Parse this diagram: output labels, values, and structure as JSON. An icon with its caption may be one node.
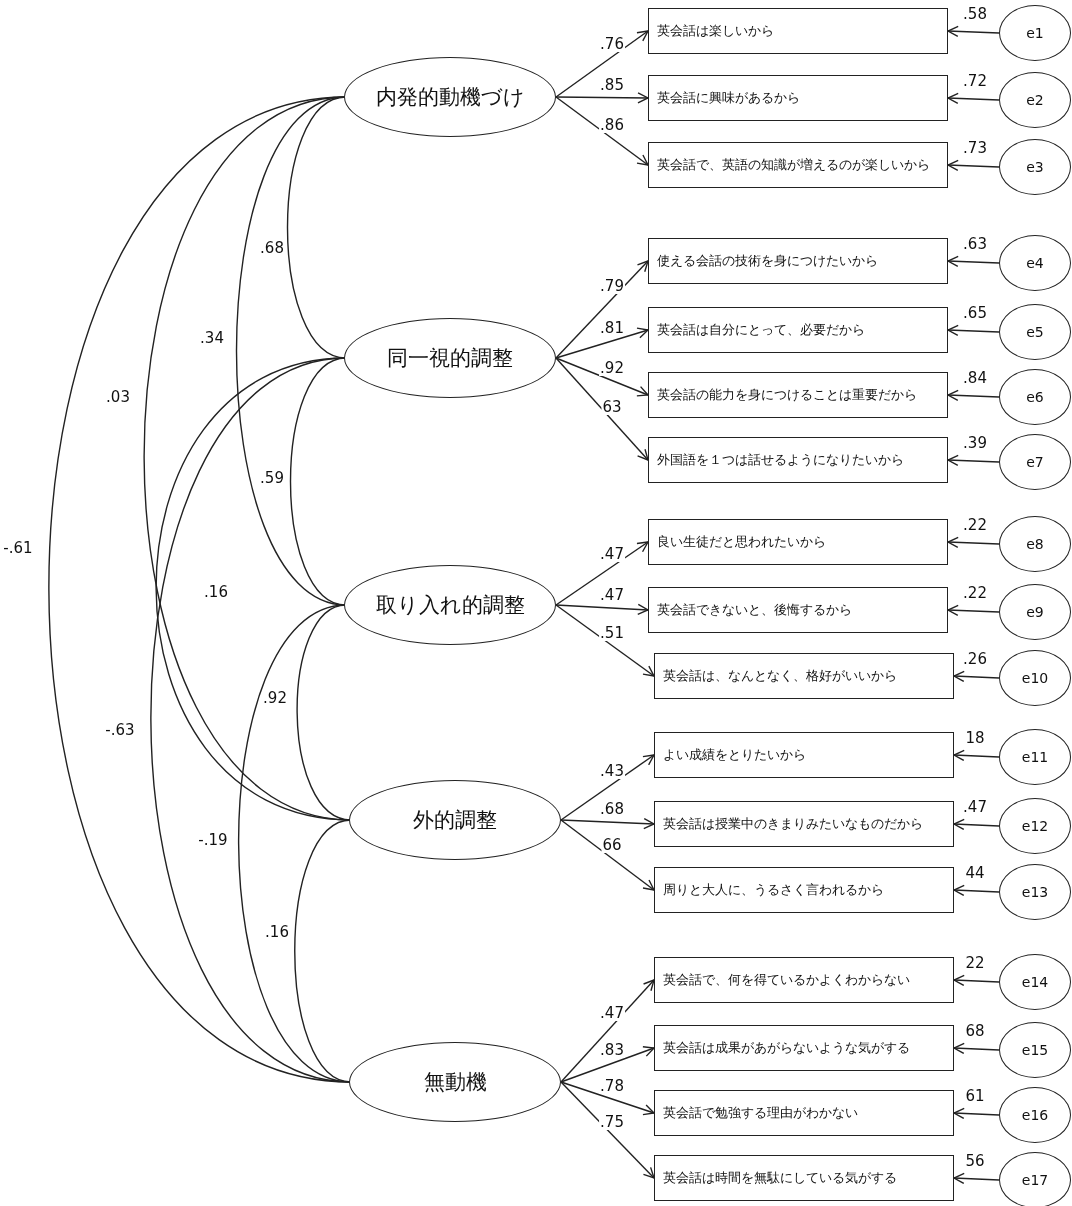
{
  "diagram": {
    "nodes": [
      {
        "text": [
          "内発的動機づけ"
        ]
      },
      {
        "text": [
          "英会話は楽しいから"
        ]
      },
      {
        "text": [
          "e1"
        ]
      },
      {
        "text": [
          "英会話に興味があるから"
        ]
      },
      {
        "text": [
          "e2"
        ]
      },
      {
        "text": [
          "英会話で、英語の知識が増えるのが楽しいから"
        ]
      },
      {
        "text": [
          "e3"
        ]
      },
      {
        "text": [
          "同一視的調整"
        ]
      },
      {
        "text": [
          "使える会話の技術を身につけたいから"
        ]
      },
      {
        "text": [
          "e4"
        ]
      },
      {
        "text": [
          "英会話は自分にとって、必要だから"
        ]
      },
      {
        "text": [
          "e5"
        ]
      },
      {
        "text": [
          "英会話の能力を身につけることは重要だから"
        ]
      },
      {
        "text": [
          "e6"
        ]
      },
      {
        "text": [
          "外国語を１つは話せるようになりたいから"
        ]
      },
      {
        "text": [
          "e7"
        ]
      },
      {
        "text": [
          "取り入れ的調整"
        ]
      },
      {
        "text": [
          "良い生徒だと思われたいから"
        ]
      },
      {
        "text": [
          "e8"
        ]
      },
      {
        "text": [
          "英会話できないと、後悔するから"
        ]
      },
      {
        "text": [
          "e9"
        ]
      },
      {
        "text": [
          "英会話は、なんとなく、格好がいいから"
        ]
      },
      {
        "text": [
          "e10"
        ]
      },
      {
        "text": [
          "外的調整"
        ]
      },
      {
        "text": [
          "よい成績をとりたいから"
        ]
      },
      {
        "text": [
          "e11"
        ]
      },
      {
        "text": [
          "英会話は授業中のきまりみたいなものだから"
        ]
      },
      {
        "text": [
          "e12"
        ]
      },
      {
        "text": [
          "周りと大人に、うるさく言われるから"
        ]
      },
      {
        "text": [
          "e13"
        ]
      },
      {
        "text": [
          "無動機"
        ]
      },
      {
        "text": [
          "英会話で、何を得ているかよくわからない"
        ]
      },
      {
        "text": [
          "e14"
        ]
      },
      {
        "text": [
          "英会話は成果があがらないような気がする"
        ]
      },
      {
        "text": [
          "e15"
        ]
      },
      {
        "text": [
          "英会話で勉強する理由がわかない"
        ]
      },
      {
        "text": [
          "e16"
        ]
      },
      {
        "text": [
          "英会話は時間を無駄にしている気がする"
        ]
      },
      {
        "text": [
          "e17"
        ]
      }
    ],
    "edges": [
      {
        "from": 0,
        "to": 1,
        "arrow": "to",
        "label": ".76"
      },
      {
        "from": 2,
        "to": 1,
        "arrow": "to",
        "label": ".58"
      },
      {
        "from": 0,
        "to": 3,
        "arrow": "to",
        "label": ".85"
      },
      {
        "from": 4,
        "to": 3,
        "arrow": "to",
        "label": ".72"
      },
      {
        "from": 0,
        "to": 5,
        "arrow": "to",
        "label": ".86"
      },
      {
        "from": 6,
        "to": 5,
        "arrow": "to",
        "label": ".73"
      },
      {
        "from": 7,
        "to": 8,
        "arrow": "to",
        "label": ".79"
      },
      {
        "from": 9,
        "to": 8,
        "arrow": "to",
        "label": ".63"
      },
      {
        "from": 7,
        "to": 10,
        "arrow": "to",
        "label": ".81"
      },
      {
        "from": 11,
        "to": 10,
        "arrow": "to",
        "label": ".65"
      },
      {
        "from": 7,
        "to": 12,
        "arrow": "to",
        "label": ".92"
      },
      {
        "from": 13,
        "to": 12,
        "arrow": "to",
        "label": ".84"
      },
      {
        "from": 7,
        "to": 14,
        "arrow": "to",
        "label": "63"
      },
      {
        "from": 15,
        "to": 14,
        "arrow": "to",
        "label": ".39"
      },
      {
        "from": 16,
        "to": 17,
        "arrow": "to",
        "label": ".47"
      },
      {
        "from": 18,
        "to": 17,
        "arrow": "to",
        "label": ".22"
      },
      {
        "from": 16,
        "to": 19,
        "arrow": "to",
        "label": ".47"
      },
      {
        "from": 20,
        "to": 19,
        "arrow": "to",
        "label": ".22"
      },
      {
        "from": 16,
        "to": 21,
        "arrow": "to",
        "label": ".51"
      },
      {
        "from": 22,
        "to": 21,
        "arrow": "to",
        "label": ".26"
      },
      {
        "from": 23,
        "to": 24,
        "arrow": "to",
        "label": ".43"
      },
      {
        "from": 25,
        "to": 24,
        "arrow": "to",
        "label": "18"
      },
      {
        "from": 23,
        "to": 26,
        "arrow": "to",
        "label": ".68"
      },
      {
        "from": 27,
        "to": 26,
        "arrow": "to",
        "label": ".47"
      },
      {
        "from": 23,
        "to": 28,
        "arrow": "to",
        "label": "66"
      },
      {
        "from": 29,
        "to": 28,
        "arrow": "to",
        "label": "44"
      },
      {
        "from": 30,
        "to": 31,
        "arrow": "to",
        "label": ".47"
      },
      {
        "from": 32,
        "to": 31,
        "arrow": "to",
        "label": "22"
      },
      {
        "from": 30,
        "to": 33,
        "arrow": "to",
        "label": ".83"
      },
      {
        "from": 34,
        "to": 33,
        "arrow": "to",
        "label": "68"
      },
      {
        "from": 30,
        "to": 35,
        "arrow": "to",
        "label": ".78"
      },
      {
        "from": 36,
        "to": 35,
        "arrow": "to",
        "label": "61"
      },
      {
        "from": 30,
        "to": 37,
        "arrow": "to",
        "label": ".75"
      },
      {
        "from": 38,
        "to": 37,
        "arrow": "to",
        "label": "56"
      },
      {
        "from": 0,
        "to": 7,
        "arrow": "none",
        "label": ".68"
      },
      {
        "from": 0,
        "to": 16,
        "arrow": "none",
        "label": ".34"
      },
      {
        "from": 0,
        "to": 23,
        "arrow": "none",
        "label": ".03"
      },
      {
        "from": 0,
        "to": 30,
        "arrow": "none",
        "label": "-.61"
      },
      {
        "from": 7,
        "to": 16,
        "arrow": "none",
        "label": ".59"
      },
      {
        "from": 7,
        "to": 23,
        "arrow": "none",
        "label": ".16"
      },
      {
        "from": 7,
        "to": 30,
        "arrow": "none",
        "label": "-.63"
      },
      {
        "from": 16,
        "to": 23,
        "arrow": "none",
        "label": ".92"
      },
      {
        "from": 16,
        "to": 30,
        "arrow": "none",
        "label": "-.19"
      },
      {
        "from": 23,
        "to": 30,
        "arrow": "none",
        "label": ".16"
      }
    ]
  }
}
